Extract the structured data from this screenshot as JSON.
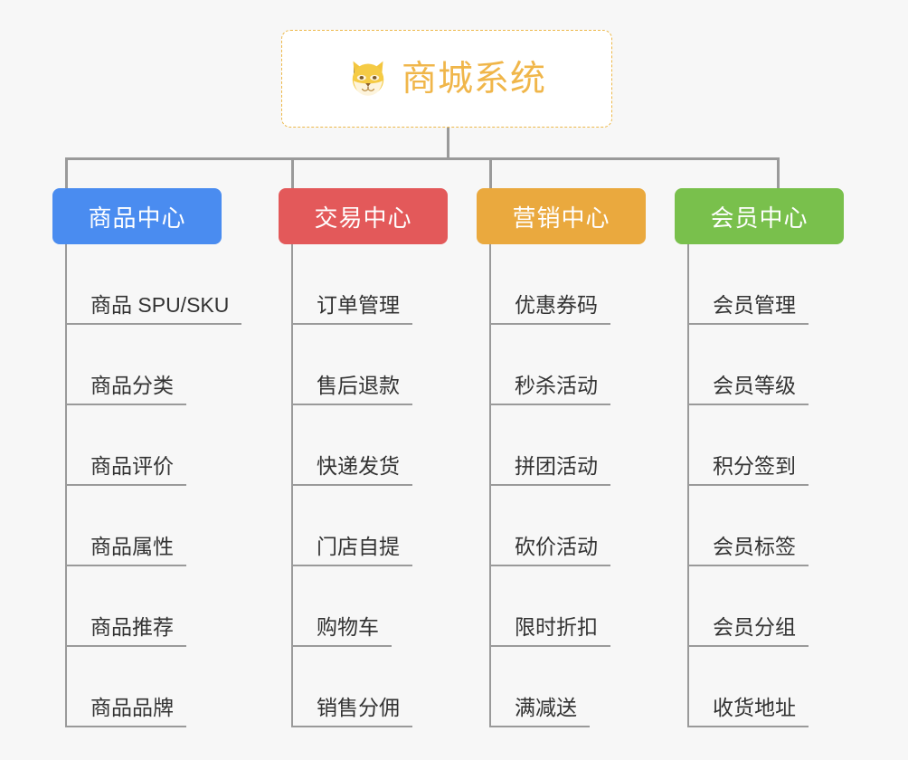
{
  "page": {
    "background_color": "#f7f7f7",
    "line_color": "#9a9a9a",
    "leaf_text_color": "#333333"
  },
  "root": {
    "icon": "shiba-dog-face-icon",
    "title": "商城系统",
    "title_color": "#f0b64a",
    "border_color": "#edb84a",
    "background_color": "#ffffff"
  },
  "columns": [
    {
      "id": "product-center",
      "header": "商品中心",
      "color": "#4a8cf0",
      "items": [
        "商品 SPU/SKU",
        "商品分类",
        "商品评价",
        "商品属性",
        "商品推荐",
        "商品品牌"
      ]
    },
    {
      "id": "trade-center",
      "header": "交易中心",
      "color": "#e3595a",
      "items": [
        "订单管理",
        "售后退款",
        "快递发货",
        "门店自提",
        "购物车",
        "销售分佣"
      ]
    },
    {
      "id": "marketing-center",
      "header": "营销中心",
      "color": "#eaa93e",
      "items": [
        "优惠券码",
        "秒杀活动",
        "拼团活动",
        "砍价活动",
        "限时折扣",
        "满减送"
      ]
    },
    {
      "id": "member-center",
      "header": "会员中心",
      "color": "#79c04c",
      "items": [
        "会员管理",
        "会员等级",
        "积分签到",
        "会员标签",
        "会员分组",
        "收货地址"
      ]
    }
  ]
}
